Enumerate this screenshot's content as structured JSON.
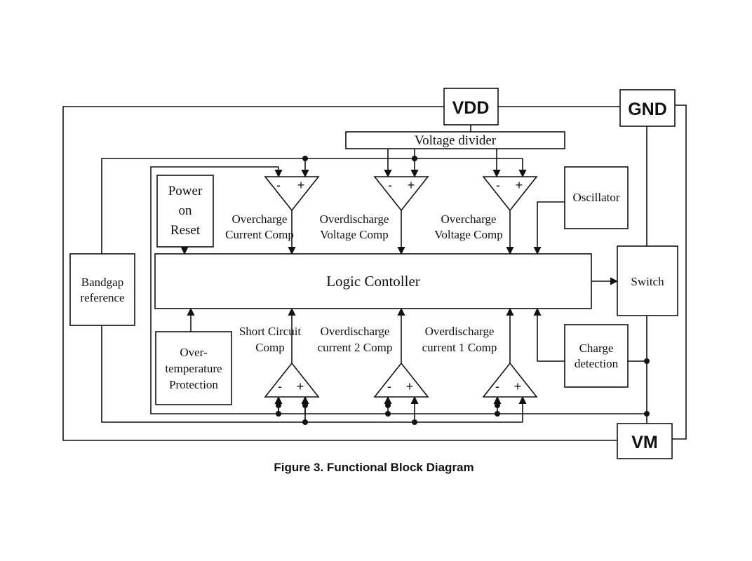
{
  "pins": {
    "vdd": "VDD",
    "gnd": "GND",
    "vm": "VM"
  },
  "blocks": {
    "voltage_divider": "Voltage divider",
    "power_on_reset": [
      "Power",
      "on",
      "Reset"
    ],
    "oscillator": "Oscillator",
    "logic_controller": "Logic Contoller",
    "bandgap_reference": [
      "Bandgap",
      "reference"
    ],
    "switch": "Switch",
    "charge_detection": [
      "Charge",
      "detection"
    ],
    "over_temperature_protection": [
      "Over-",
      "temperature",
      "Protection"
    ]
  },
  "comparators": {
    "overcharge_current": [
      "Overcharge",
      "Current Comp"
    ],
    "overdischarge_voltage": [
      "Overdischarge",
      "Voltage Comp"
    ],
    "overcharge_voltage": [
      "Overcharge",
      "Voltage Comp"
    ],
    "short_circuit": [
      "Short Circuit",
      "Comp"
    ],
    "overdischarge_current_2": [
      "Overdischarge",
      "current 2 Comp"
    ],
    "overdischarge_current_1": [
      "Overdischarge",
      "current 1 Comp"
    ],
    "minus": "-",
    "plus": "+"
  },
  "caption": "Figure 3. Functional Block Diagram"
}
